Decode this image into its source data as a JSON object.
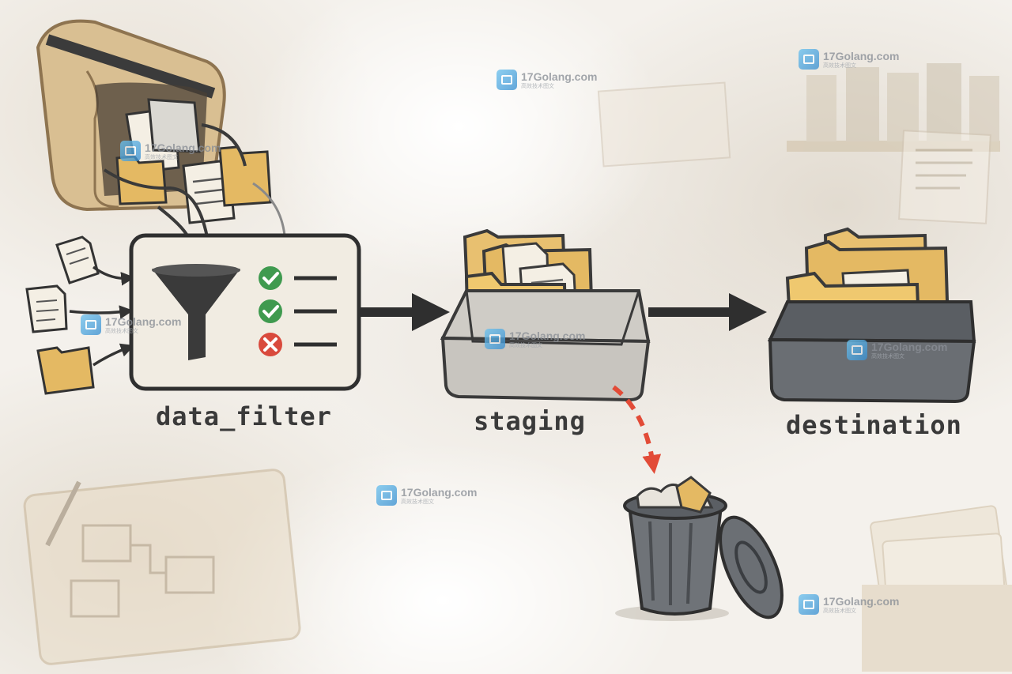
{
  "diagram": {
    "stages": [
      {
        "id": "data_filter",
        "label": "data_filter"
      },
      {
        "id": "staging",
        "label": "staging"
      },
      {
        "id": "destination",
        "label": "destination"
      }
    ],
    "flow": [
      "data_filter",
      "staging",
      "destination"
    ],
    "rejected_output": "trash-can",
    "colors": {
      "arrow": "#2f2f2f",
      "reject_arrow": "#e24b37",
      "folder": "#e8c070",
      "check": "#3f9a4f",
      "cross": "#d94a3d",
      "panel": "#f1ece2"
    },
    "icons": [
      "funnel-icon",
      "check-icon",
      "cross-icon",
      "folder-icon",
      "document-icon",
      "trash-can-icon"
    ]
  },
  "watermarks": [
    {
      "text": "17Golang.com",
      "subtext": "高效技术图文"
    },
    {
      "text": "17Golang.com",
      "subtext": "高效技术图文"
    },
    {
      "text": "17Golang.com",
      "subtext": "高效技术图文"
    },
    {
      "text": "17Golang.com",
      "subtext": "高效技术图文"
    },
    {
      "text": "17Golang.com",
      "subtext": "高效技术图文"
    },
    {
      "text": "17Golang.com",
      "subtext": "高效技术图文"
    },
    {
      "text": "17Golang.com",
      "subtext": "高效技术图文"
    },
    {
      "text": "17Golang.com",
      "subtext": "高效技术图文"
    }
  ]
}
